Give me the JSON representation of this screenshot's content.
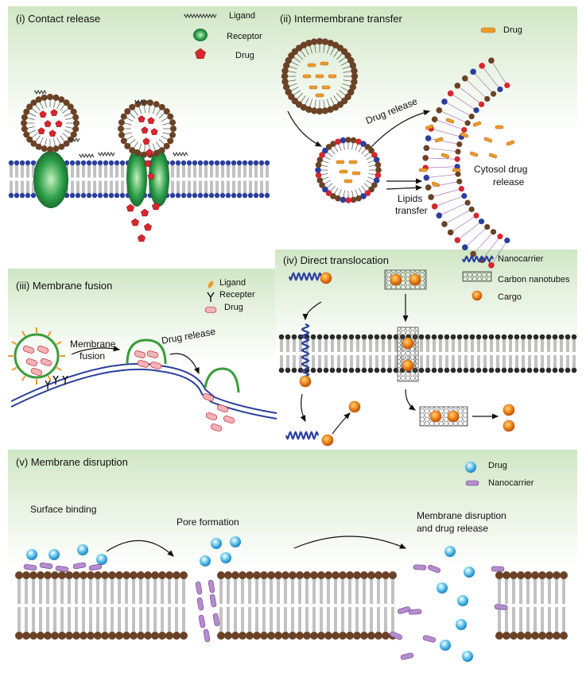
{
  "panel_i": {
    "title": "(i) Contact release",
    "legend": {
      "ligand": "Ligand",
      "receptor": "Receptor",
      "drug": "Drug"
    }
  },
  "panel_ii": {
    "title": "(ii) Intermembrane transfer",
    "legend": {
      "drug": "Drug"
    },
    "drug_release": "Drug release",
    "lipids_transfer_1": "Lipids",
    "lipids_transfer_2": "transfer",
    "cytosol_1": "Cytosol drug",
    "cytosol_2": "release"
  },
  "panel_iii": {
    "title": "(iii) Membrane fusion",
    "legend": {
      "ligand": "Ligand",
      "receptor": "Recepter",
      "drug": "Drug"
    },
    "membrane_fusion_1": "Membrane",
    "membrane_fusion_2": "fusion",
    "drug_release": "Drug release"
  },
  "panel_iv": {
    "title": "(iv) Direct translocation",
    "legend": {
      "nanocarrier": "Nanocarrier",
      "carbon_nanotubes": "Carbon nanotubes",
      "cargo": "Cargo"
    }
  },
  "panel_v": {
    "title": "(v) Membrane disruption",
    "legend": {
      "drug": "Drug",
      "nanocarrier": "Nanocarrier"
    },
    "surface_binding": "Surface binding",
    "pore_formation": "Pore formation",
    "disruption_1": "Membrane disruption",
    "disruption_2": "and drug release"
  },
  "colors": {
    "panel_bg": "#cfe6c4",
    "lipid_head_blue": "#2a3f9c",
    "lipid_head_brown": "#6b4226",
    "lipid_head_black": "#2a2a2a",
    "drug_red": "#d8262e",
    "drug_orange": "#ef9a2b",
    "receptor_green": "#1f8f3a",
    "nanocarrier_blue": "#2a3f9c",
    "cyan_drug": "#3bb3e6",
    "purple_nanocarrier": "#8e5aa8"
  }
}
